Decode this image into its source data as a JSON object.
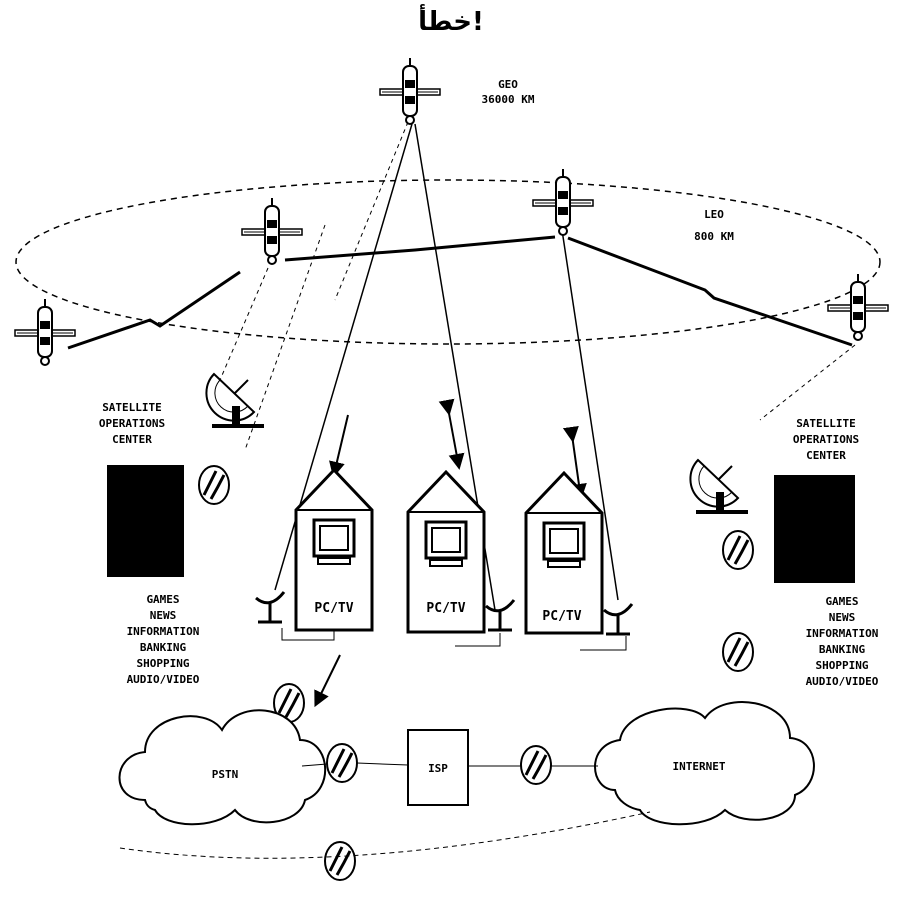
{
  "title": "خطأ!",
  "geo": {
    "name": "GEO",
    "altitude": "36000 KM"
  },
  "leo": {
    "name": "LEO",
    "altitude": "800 KM"
  },
  "operations_center_left": [
    "SATELLITE",
    "OPERATIONS",
    "CENTER"
  ],
  "operations_center_right": [
    "SATELLITE",
    "OPERATIONS",
    "CENTER"
  ],
  "services_left": [
    "GAMES",
    "NEWS",
    "INFORMATION",
    "BANKING",
    "SHOPPING",
    "AUDIO/VIDEO"
  ],
  "services_right": [
    "GAMES",
    "NEWS",
    "INFORMATION",
    "BANKING",
    "SHOPPING",
    "AUDIO/VIDEO"
  ],
  "houses": [
    "PC/TV",
    "PC/TV",
    "PC/TV"
  ],
  "network": {
    "pstn": "PSTN",
    "isp": "ISP",
    "internet": "INTERNET"
  }
}
